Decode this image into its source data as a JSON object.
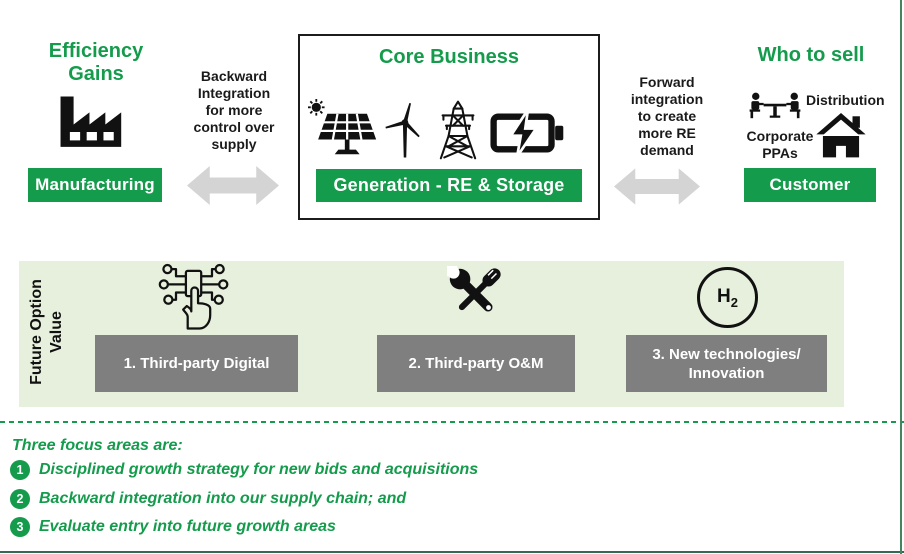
{
  "colors": {
    "brand_green": "#149B4C",
    "band_background": "#E6F0DC",
    "gray_box": "#7f7f7f",
    "arrow_gray": "#D4D4D4",
    "icon_black": "#111111"
  },
  "top_row": {
    "efficiency_title": "Efficiency\nGains",
    "manufacturing_label": "Manufacturing",
    "backward_text": "Backward\nIntegration\nfor more\ncontrol over\nsupply",
    "core_title": "Core Business",
    "core_bar_label": "Generation - RE & Storage",
    "forward_text": "Forward\nintegration\nto create\nmore RE\ndemand",
    "who_title": "Who to sell",
    "distribution_label": "Distribution",
    "corporate_ppas_label": "Corporate\nPPAs",
    "customer_label": "Customer"
  },
  "band": {
    "side_label": "Future Option\nValue",
    "items": [
      {
        "label": "1. Third-party Digital",
        "icon": "digital-network-touch-icon"
      },
      {
        "label": "2. Third-party O&M",
        "icon": "tools-icon"
      },
      {
        "label": "3. New technologies/\nInnovation",
        "icon": "hydrogen-icon"
      }
    ],
    "h2_main": "H",
    "h2_sub": "2"
  },
  "focus": {
    "intro": "Three focus areas are:",
    "items": [
      {
        "num": "1",
        "text": "Disciplined growth strategy for new bids and acquisitions"
      },
      {
        "num": "2",
        "text": "Backward integration into our supply chain; and"
      },
      {
        "num": "3",
        "text": "Evaluate entry into future growth areas"
      }
    ]
  }
}
